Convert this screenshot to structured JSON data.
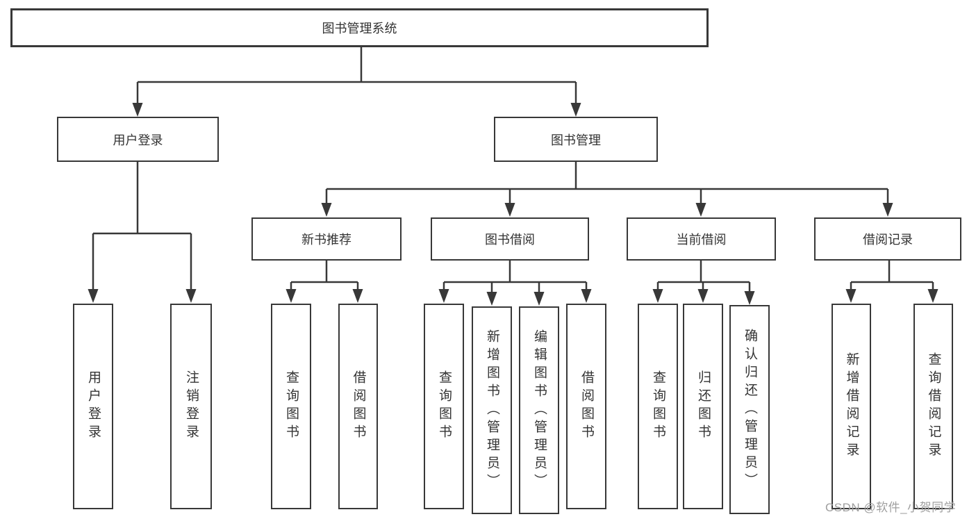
{
  "tree": {
    "label": "图书管理系统",
    "children": [
      {
        "label": "用户登录",
        "children": [
          {
            "label": "用户登录"
          },
          {
            "label": "注销登录"
          }
        ]
      },
      {
        "label": "图书管理",
        "children": [
          {
            "label": "新书推荐",
            "children": [
              {
                "label": "查询图书"
              },
              {
                "label": "借阅图书"
              }
            ]
          },
          {
            "label": "图书借阅",
            "children": [
              {
                "label": "查询图书"
              },
              {
                "label": "新增图书（管理员）"
              },
              {
                "label": "编辑图书（管理员）"
              },
              {
                "label": "借阅图书"
              }
            ]
          },
          {
            "label": "当前借阅",
            "children": [
              {
                "label": "查询图书"
              },
              {
                "label": "归还图书"
              },
              {
                "label": "确认归还（管理员）"
              }
            ]
          },
          {
            "label": "借阅记录",
            "children": [
              {
                "label": "新增借阅记录"
              },
              {
                "label": "查询借阅记录"
              }
            ]
          }
        ]
      }
    ]
  },
  "watermark": {
    "text": "CSDN @软件_小贺同学"
  },
  "colors": {
    "line": "#383838",
    "text": "#333333",
    "watermark": "#9f9f9f",
    "background": "#ffffff"
  }
}
